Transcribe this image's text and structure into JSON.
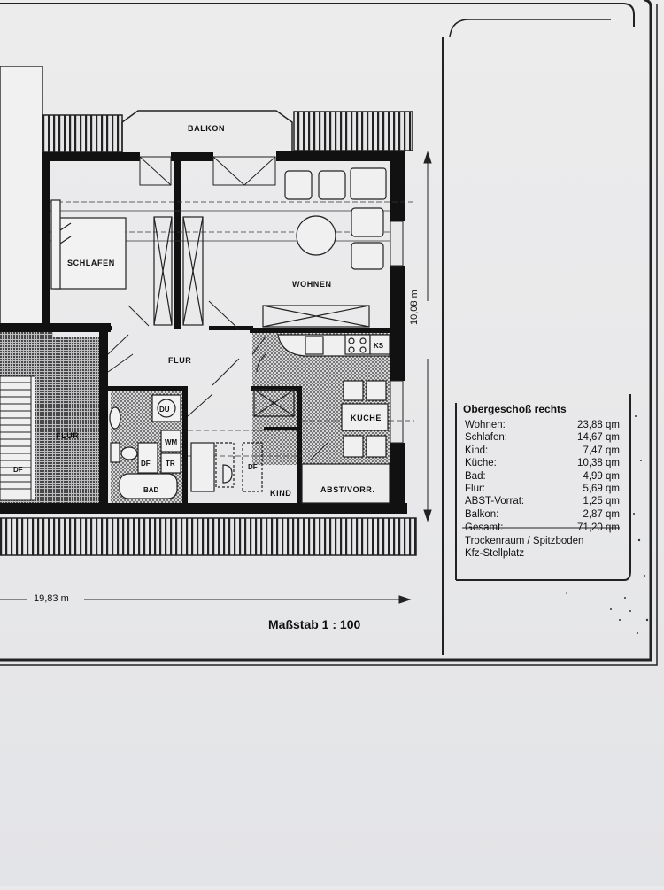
{
  "rooms": {
    "balkon": "BALKON",
    "schlafen": "SCHLAFEN",
    "wohnen": "WOHNEN",
    "flur": "FLUR",
    "flur_stair": "FLUR",
    "kueche": "KÜCHE",
    "kind": "KIND",
    "abst_vorr": "ABST/VORR.",
    "bad": "BAD",
    "du": "DU",
    "wm": "WM",
    "tr": "TR",
    "df_bad": "DF",
    "df_kind": "DF",
    "df_stair": "DF",
    "ks": "KS"
  },
  "dimensions": {
    "width": "19,83 m",
    "height": "10,08 m"
  },
  "scale": "Maßstab 1 : 100",
  "area_table": {
    "title": "Obergeschoß rechts",
    "rows": [
      {
        "label": "Wohnen:",
        "value": "23,88 qm"
      },
      {
        "label": "Schlafen:",
        "value": "14,67 qm"
      },
      {
        "label": "Kind:",
        "value": "7,47 qm"
      },
      {
        "label": "Küche:",
        "value": "10,38 qm"
      },
      {
        "label": "Bad:",
        "value": "4,99 qm"
      },
      {
        "label": "Flur:",
        "value": "5,69 qm"
      },
      {
        "label": "ABST-Vorrat:",
        "value": "1,25 qm"
      },
      {
        "label": "Balkon:",
        "value": "2,87 qm"
      }
    ],
    "total": {
      "label": "Gesamt:",
      "value": "71,20 qm"
    },
    "notes": [
      "Trockenraum / Spitzboden",
      "Kfz-Stellplatz"
    ]
  }
}
